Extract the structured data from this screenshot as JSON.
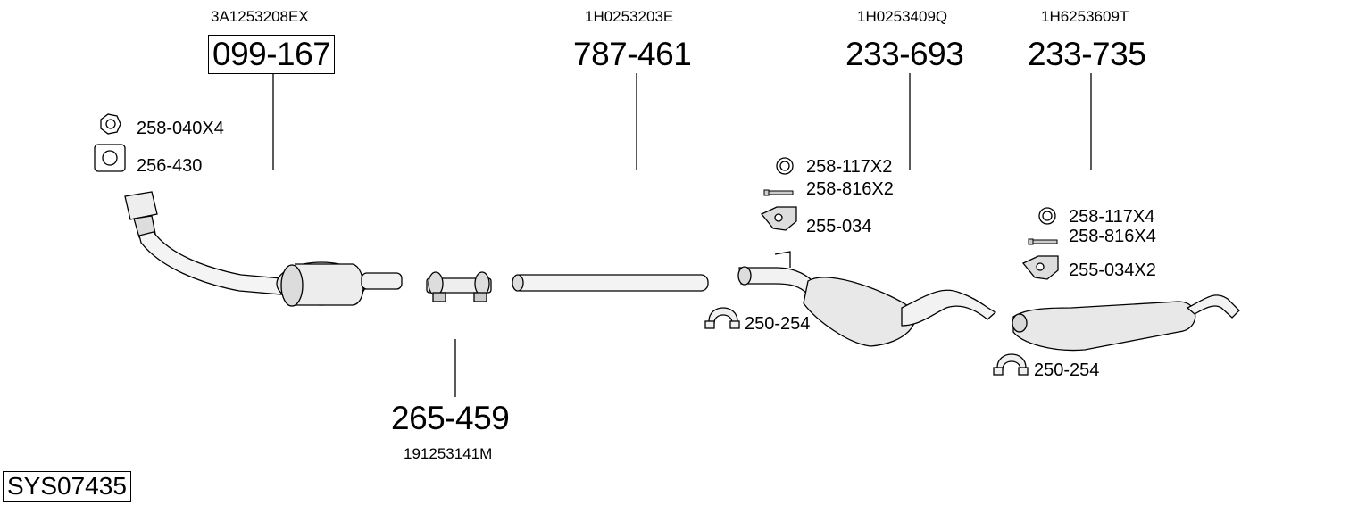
{
  "system_code": "SYS07435",
  "parts": {
    "p1": {
      "number": "099-167",
      "oem": "3A1253208EX"
    },
    "p2": {
      "number": "787-461",
      "oem": "1H0253203E"
    },
    "p3": {
      "number": "233-693",
      "oem": "1H0253409Q"
    },
    "p4": {
      "number": "233-735",
      "oem": "1H6253609T"
    },
    "p5": {
      "number": "265-459",
      "oem": "191253141M"
    }
  },
  "accessories": {
    "a1": "258-040X4",
    "a2": "256-430",
    "a3": "258-117X2",
    "a4": "258-816X2",
    "a5": "255-034",
    "a6": "250-254",
    "a7": "258-117X4",
    "a8": "258-816X4",
    "a9": "255-034X2",
    "a10": "250-254"
  }
}
